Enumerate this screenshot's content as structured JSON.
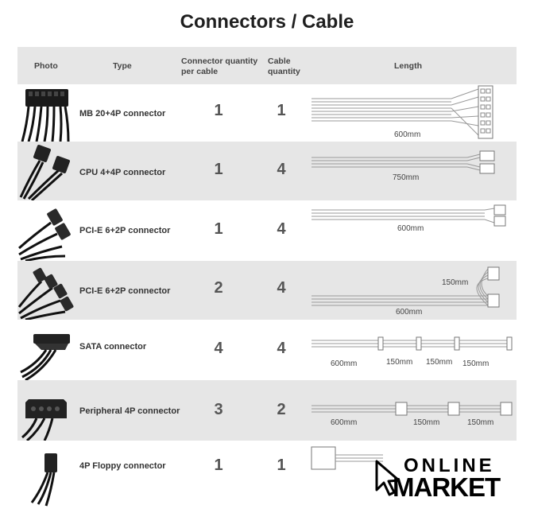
{
  "title": "Connectors / Cable",
  "header": {
    "photo": "Photo",
    "type": "Type",
    "qty_line1": "Connector quantity",
    "qty_line2": "per cable",
    "cable_line1": "Cable",
    "cable_line2": "quantity",
    "length": "Length"
  },
  "rows": [
    {
      "type": "MB 20+4P connector",
      "connector_qty": "1",
      "cable_qty": "1",
      "lengths": [
        "600mm"
      ]
    },
    {
      "type": "CPU 4+4P connector",
      "connector_qty": "1",
      "cable_qty": "4",
      "lengths": [
        "750mm"
      ]
    },
    {
      "type": "PCI-E 6+2P connector",
      "connector_qty": "1",
      "cable_qty": "4",
      "lengths": [
        "600mm"
      ]
    },
    {
      "type": "PCI-E 6+2P connector",
      "connector_qty": "2",
      "cable_qty": "4",
      "lengths": [
        "150mm",
        "600mm"
      ]
    },
    {
      "type": "SATA connector",
      "connector_qty": "4",
      "cable_qty": "4",
      "lengths": [
        "600mm",
        "150mm",
        "150mm",
        "150mm"
      ]
    },
    {
      "type": "Peripheral 4P connector",
      "connector_qty": "3",
      "cable_qty": "2",
      "lengths": [
        "600mm",
        "150mm",
        "150mm"
      ]
    },
    {
      "type": "4P Floppy connector",
      "connector_qty": "1",
      "cable_qty": "1",
      "lengths": []
    }
  ],
  "watermark": {
    "line1": "ONLINE",
    "line2": "MARKET"
  },
  "icons": [
    "connector-photo-icon",
    "cable-diagram-icon",
    "cursor-arrow-icon"
  ]
}
